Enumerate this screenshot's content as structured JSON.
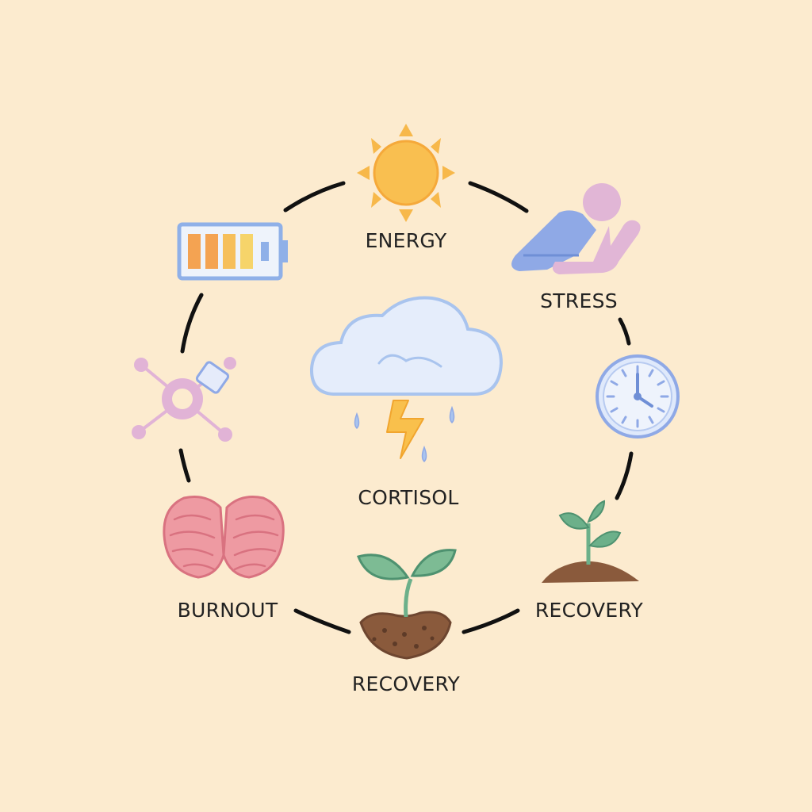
{
  "colors": {
    "background": "#fcebcf",
    "ring": "#111111",
    "sun": "#f7b84a",
    "battery_frame": "#8fb0e8",
    "battery_bars": [
      "#f4a352",
      "#f4a352",
      "#f6bf5a",
      "#f6d46a"
    ],
    "person_body": "#8fa9e6",
    "person_head": "#e1b6d6",
    "clock": "#8fa9e6",
    "cloud": "#a9c4ee",
    "bolt": "#f7bb45",
    "network": "#e1b3d6",
    "brain": "#e88a94",
    "leaf": "#6cb08a",
    "soil": "#8a5a3c"
  },
  "nodes": [
    {
      "id": "energy",
      "label": "ENERGY",
      "icon": "sun-icon"
    },
    {
      "id": "stress",
      "label": "STRESS",
      "icon": "person-resting-icon"
    },
    {
      "id": "clock",
      "label": "",
      "icon": "clock-icon"
    },
    {
      "id": "recovery-right",
      "label": "RECOVERY",
      "icon": "sprout-icon"
    },
    {
      "id": "recovery-bottom",
      "label": "RECOVERY",
      "icon": "seedling-soil-icon"
    },
    {
      "id": "burnout",
      "label": "BURNOUT",
      "icon": "brain-icon"
    },
    {
      "id": "network",
      "label": "",
      "icon": "network-icon"
    },
    {
      "id": "battery",
      "label": "",
      "icon": "battery-icon"
    }
  ],
  "center": {
    "label": "CORTISOL",
    "icon": "storm-cloud-icon"
  }
}
